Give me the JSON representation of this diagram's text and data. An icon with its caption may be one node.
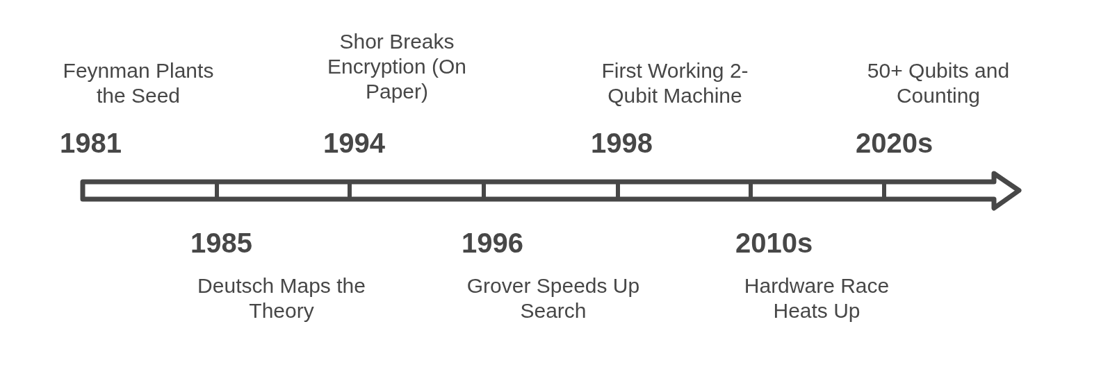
{
  "diagram": {
    "labels": [
      "Feynman Plants the Seed",
      "1981",
      "1985",
      "Deutsch Maps the Theory",
      "Shor Breaks Encryption (On Paper)",
      "1994",
      "1996",
      "Grover Speeds Up Search",
      "First Working 2-Qubit Machine",
      "1998",
      "2010s",
      "Hardware Race Heats Up",
      "50+ Qubits and Counting",
      "2020s"
    ]
  }
}
